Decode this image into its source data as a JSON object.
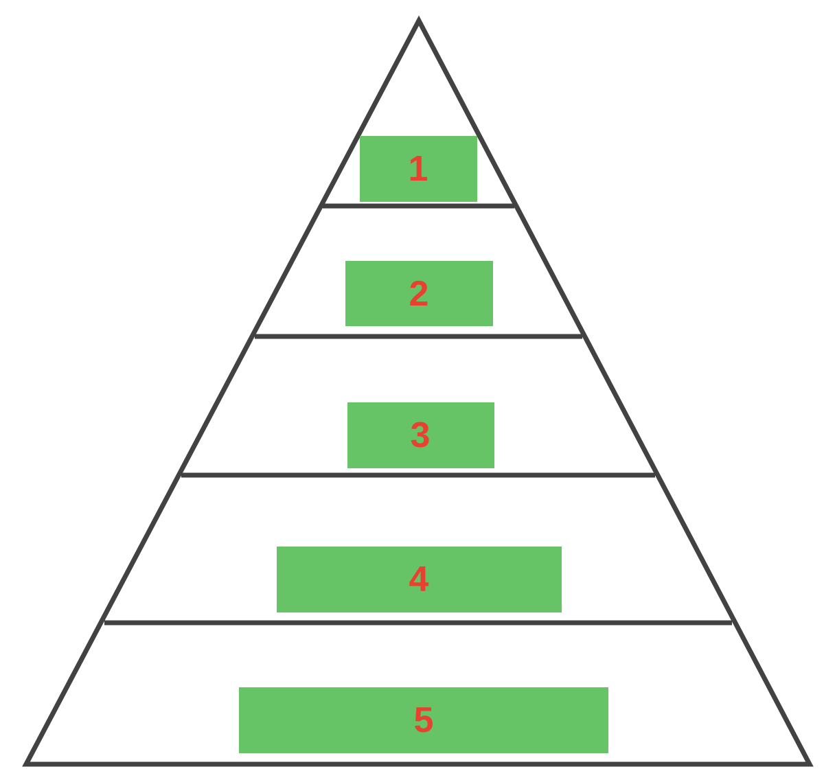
{
  "colors": {
    "outline": "#424242",
    "box_fill": "#66c466",
    "number_text": "#e8412f",
    "background": "#ffffff"
  },
  "pyramid": {
    "levels": [
      {
        "label": "1"
      },
      {
        "label": "2"
      },
      {
        "label": "3"
      },
      {
        "label": "4"
      },
      {
        "label": "5"
      }
    ]
  }
}
